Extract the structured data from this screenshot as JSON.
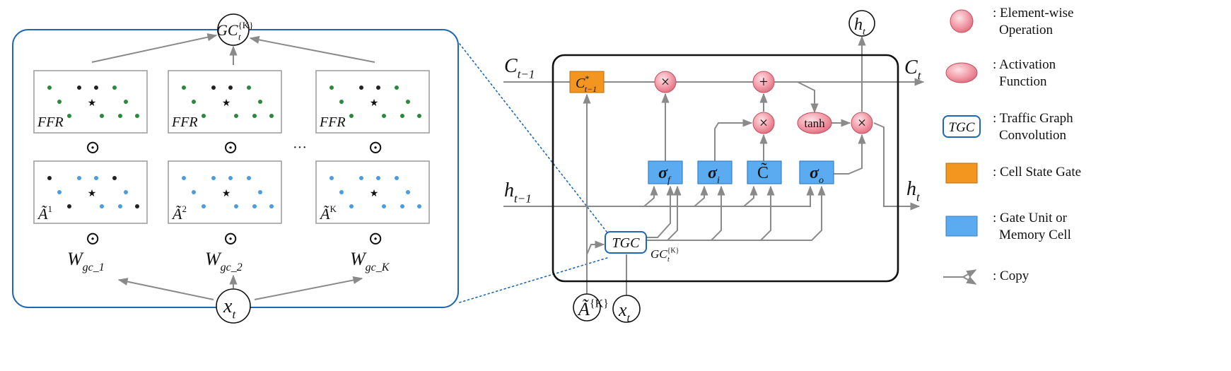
{
  "colors": {
    "panel_border": "#1f66b3",
    "cell_gate_fill": "#f2961f",
    "gate_fill": "#5aabef",
    "gate_stroke": "#3a7fc4",
    "op_fill": "#f08a98",
    "op_stroke": "#c05060",
    "graph_green": "#2a8a3a",
    "graph_blue": "#4a9de0",
    "graph_gray": "#9a9a9a",
    "arrow_gray": "#8a8a8a",
    "star": "#e8505a"
  },
  "left_panel": {
    "output_node": {
      "main": "GC",
      "sub": "t",
      "sup": "{K}"
    },
    "ffr_label": "FFR",
    "hadamard_symbol": "⊙",
    "ellipsis": "···",
    "adjacency": [
      {
        "main": "Ã",
        "sup": "1"
      },
      {
        "main": "Ã",
        "sup": "2"
      },
      {
        "main": "Ã",
        "sup": "K"
      }
    ],
    "weights": [
      {
        "main": "W",
        "sub": "gc_1"
      },
      {
        "main": "W",
        "sub": "gc_2"
      },
      {
        "main": "W",
        "sub": "gc_K"
      }
    ],
    "input_node": {
      "main": "x",
      "sub": "t"
    }
  },
  "cell": {
    "c_prev": {
      "main": "C",
      "sub": "t−1"
    },
    "c_next": {
      "main": "C",
      "sub": "t"
    },
    "h_prev": {
      "main": "h",
      "sub": "t−1"
    },
    "h_next": {
      "main": "h",
      "sub": "t"
    },
    "h_top": {
      "main": "h",
      "sub": "t"
    },
    "cell_state_gate": {
      "main": "C",
      "sup": "*",
      "sub": "t−1"
    },
    "gates": [
      {
        "id": "f",
        "main": "σ",
        "sub": "f"
      },
      {
        "id": "i",
        "main": "σ",
        "sub": "i"
      },
      {
        "id": "c",
        "main": "C̃",
        "sub": ""
      },
      {
        "id": "o",
        "main": "σ",
        "sub": "o"
      }
    ],
    "ops": {
      "multiply": "×",
      "add": "+",
      "tanh": "tanh"
    },
    "tgc": {
      "label": "TGC"
    },
    "tgc_output": {
      "main": "GC",
      "sub": "t",
      "sup": "{K}"
    },
    "inputs": [
      {
        "main": "Ã",
        "sup": "{K}"
      },
      {
        "main": "x",
        "sub": "t"
      }
    ]
  },
  "legend": [
    {
      "icon": "element-wise-circle",
      "text": [
        ": Element-wise",
        "Operation"
      ]
    },
    {
      "icon": "activation-ellipse",
      "text": [
        ": Activation",
        "Function"
      ]
    },
    {
      "icon": "tgc-box",
      "icon_label": "TGC",
      "text": [
        ": Traffic Graph",
        "Convolution"
      ]
    },
    {
      "icon": "orange-square",
      "text": [
        ": Cell State Gate"
      ]
    },
    {
      "icon": "blue-square",
      "text": [
        ": Gate Unit or",
        "Memory Cell"
      ]
    },
    {
      "icon": "copy-fork",
      "text": [
        ": Copy"
      ]
    }
  ]
}
